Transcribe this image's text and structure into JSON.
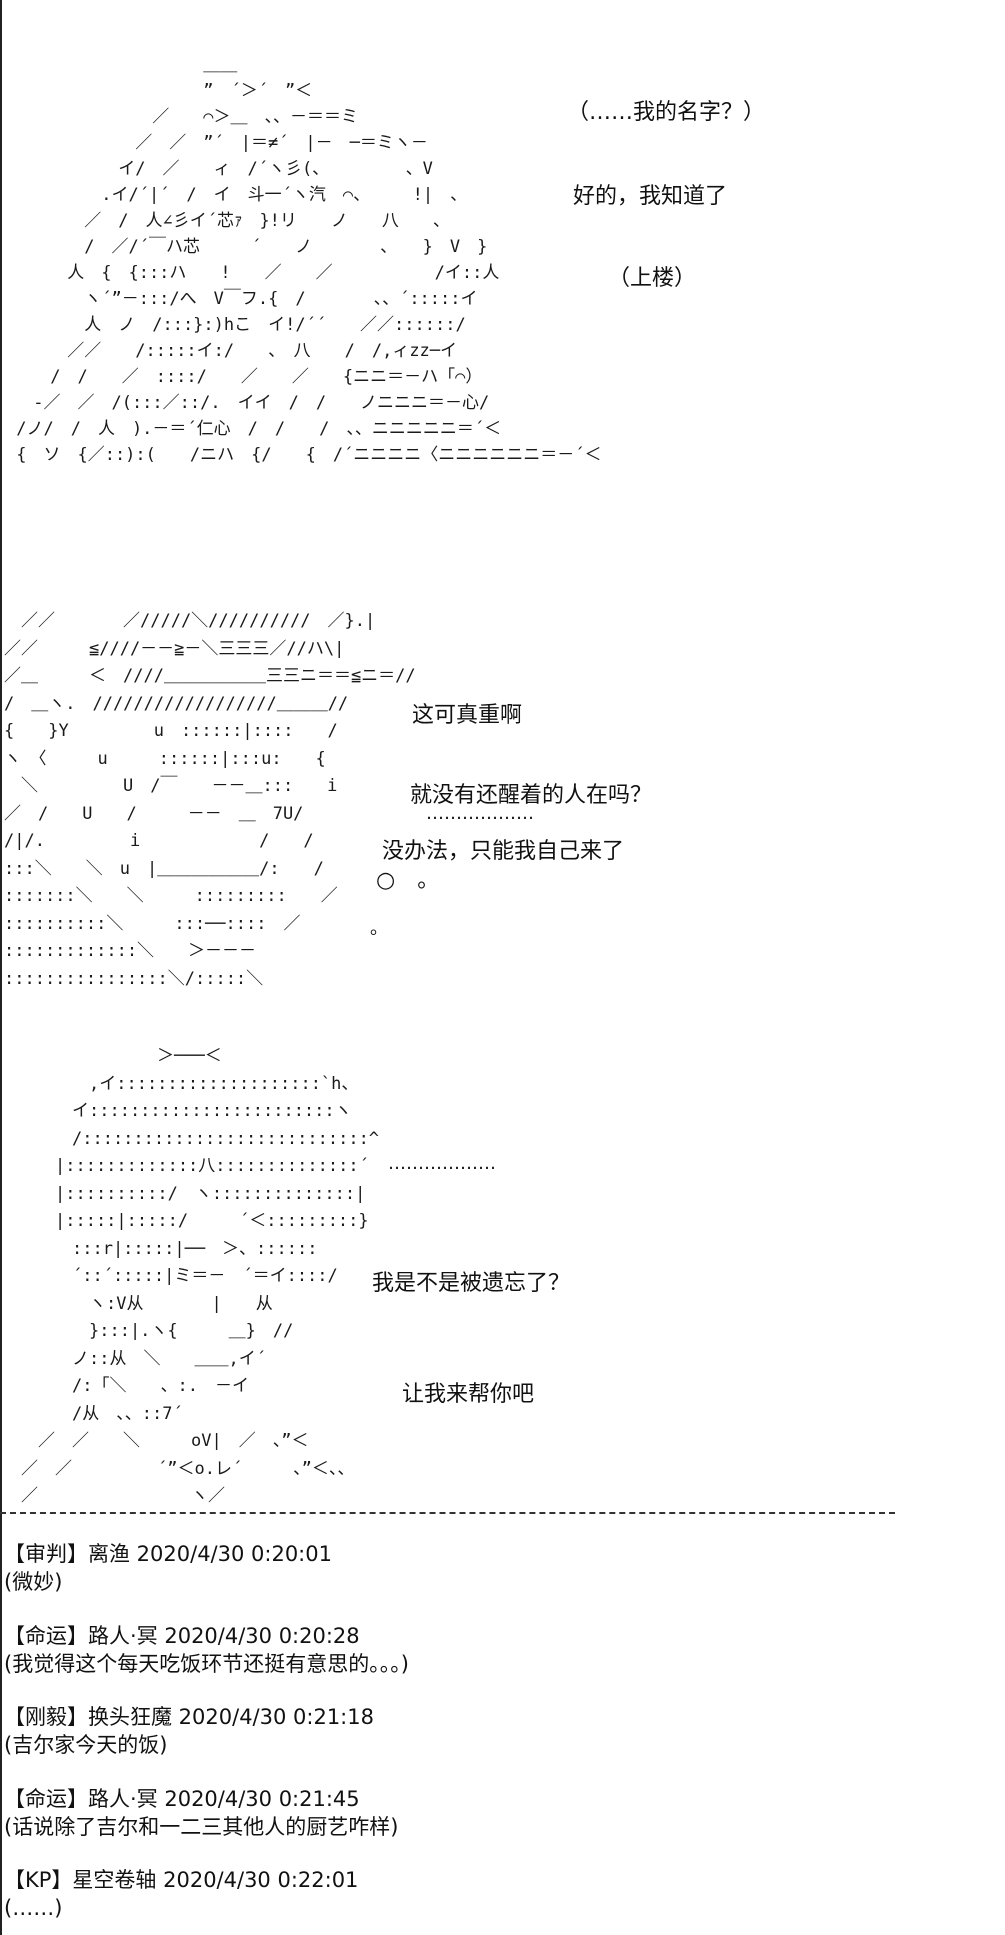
{
  "panel1": {
    "art": " 　　　　　　　　　　　＿＿\n 　　　　　　　　　　　”　´＞´　”＜\n 　　　　　　　　／　　⌒＞＿　、、－＝＝ミ\n 　　　　　　　／　／　”´　|＝≠´　|－　─＝ミヽ－\n 　　　　　　イ/　／　　ィ　/´ヽ彡(、　　　　　、V\n 　　　　　.イ/´|´　/　イ　斗一´ヽ汽　⌒、　　　!|　、\n 　　　　／　/　人∠彡イ´芯ｧ　}!リ　　ノ　　八　　、\n 　　　　/　／/´￣ハ芯　　　´　　ノ　　　　、　　}　V　}\n 　　　人　{　{:::ハ　　!　　／　　／　　　　　　/イ::人\n 　　　　ヽ´”－:::/へ　V￣フ.{　/　　　　、、´:::::イ\n 　　　　人　ノ　/:::}:)hこ　イ!/´´　　／／::::::/\n 　　　／／　　/:::::イ:/　　、　八　　/　/,ィzz─イ\n 　　/　/　　／　::::/　　／　　／　　{ニニ＝－ハ「⌒）\n 　-／　／　/(:::／::/.　イイ　/　/　　ノニニニ＝－心/\n /ノ/　/　人　).－＝´仁心　/　/　　/　、、ニニニニニ＝´＜\n {　ソ　{／::):(　　/ニハ　{/　　{　/´ニニニニ〈ニニニニニニ＝－´＜",
    "texts": [
      "（……我的名字？）",
      "好的，我知道了",
      "（上楼）"
    ]
  },
  "panel2": {
    "art": "　／／　　　　／/////＼//////////　／}.|\n／／　　　≦////－－≧－＼三三三／//ハ\\|\n／＿　　　＜　////＿＿＿＿＿＿三三ニ＝＝≦ニ＝//\n/　＿ヽ.　//////////////////＿＿＿//\n{　　}Y　　　　　u　::::::|::::　　/\nヽ　〈　　　u　　　::::::|:::u:　　{\n　＼　　　　　U　/￣　　－－＿:::　　i\n／　/　　U　　/　　　－－　＿　7U/\n/|/.　　　　　i　　　　　　　/　　/\n:::＼　　＼　u　|＿＿＿＿＿＿/:　　/\n:::::::＼　　＼　　　:::::::::　　／\n::::::::::＼　　　:::──::::　／\n:::::::::::::＼　　＞－－－\n::::::::::::::::＼/:::::＼",
    "texts": [
      "这可真重啊",
      "就没有还醒着的人在吗？",
      "………………",
      "没办法，只能我自己来了",
      "○　。",
      "。"
    ]
  },
  "panel3": {
    "art": "　　　　　　　　　＞───＜\n　　　　　,イ::::::::::::::::::::`h、\n　　　　イ::::::::::::::::::::::::ヽ\n　　　　/::::::::::::::::::::::::::::^\n　　　|:::::::::::::八::::::::::::::´\n　　　|::::::::::/　ヽ::::::::::::::|\n　　　|:::::|:::::/　　　´＜:::::::::}\n　　　　:::r|:::::|──　＞、::::::\n　　　　´::´:::::|ミ＝－　´＝イ::::/\n　　　　　ヽ:V从　　　　|　　从\n　　　　　}:::|.ヽ{　　　＿}　//\n　　　　ノ::从　＼　　＿＿,イ´\n　　　　/:「＼　　、:.　－イ\n　　　　/从　、、::7´\n　　／　／　　＼　　　oV|　／　、”＜\n　／　／　　　　　´”＜o.レ´　　　、”＜、、\n　／　　　　　　　　　ヽ／",
    "texts": [
      "………………",
      "我是不是被遗忘了？",
      "让我来帮你吧"
    ]
  },
  "comments": [
    {
      "head": "【审判】离渔 2020/4/30 0:20:01",
      "body": "(微妙)"
    },
    {
      "head": "【命运】路人·冥 2020/4/30 0:20:28",
      "body": "(我觉得这个每天吃饭环节还挺有意思的。。。)"
    },
    {
      "head": "【刚毅】换头狂魔 2020/4/30 0:21:18",
      "body": "(吉尔家今天的饭)"
    },
    {
      "head": "【命运】路人·冥 2020/4/30 0:21:45",
      "body": "(话说除了吉尔和一二三其他人的厨艺咋样)"
    },
    {
      "head": "【KP】星空卷轴 2020/4/30 0:22:01",
      "body": "(……)"
    }
  ]
}
